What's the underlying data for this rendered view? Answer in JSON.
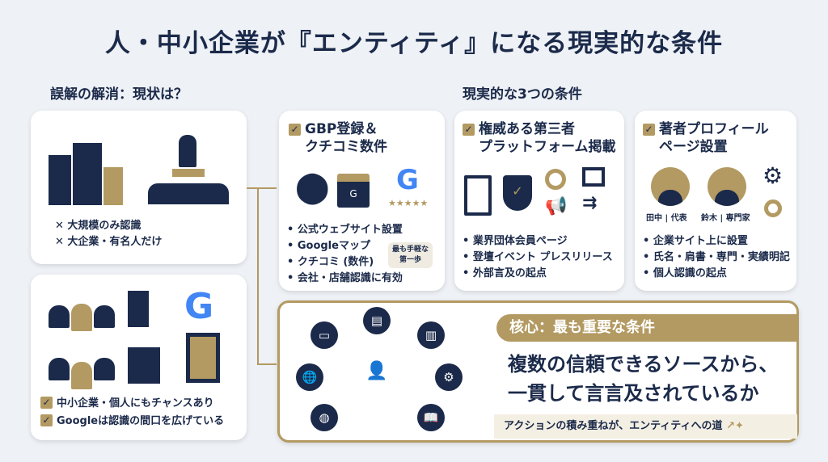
{
  "title": "人・中小企業が『エンティティ』になる現実的な条件",
  "left": {
    "heading": "誤解の解消：現状は？",
    "misconceptions": [
      "大規模のみ認識",
      "大企業・有名人だけ"
    ],
    "facts": [
      "中小企業・個人にもチャンスあり",
      "Googleは認識の間口を広げている"
    ]
  },
  "right": {
    "heading": "現実的な3つの条件",
    "conditions": [
      {
        "title_line1": "GBP登録＆",
        "title_line2": "クチコミ数件",
        "items": [
          "公式ウェブサイト設置",
          "Googleマップ",
          "クチコミ (数件)",
          "会社・店舗認識に有効"
        ],
        "callout_line1": "最も手軽な",
        "callout_line2": "第一歩"
      },
      {
        "title_line1": "権威ある第三者",
        "title_line2": "プラットフォーム掲載",
        "items": [
          "業界団体会員ページ",
          "登壇イベント プレスリリース",
          "外部言及の起点"
        ]
      },
      {
        "title_line1": "著者プロフィール",
        "title_line2": "ページ設置",
        "items": [
          "企業サイト上に設置",
          "氏名・肩書・専門・実績明記",
          "個人認識の起点"
        ],
        "person1": "田中 | 代表",
        "person2": "鈴木 | 専門家"
      }
    ]
  },
  "core": {
    "label": "核心：最も重要な条件",
    "main_line1": "複数の信頼できるソースから、",
    "main_line2": "一貫して言言及されているか",
    "footer": "アクションの積み重ねが、エンティティへの道"
  },
  "colors": {
    "navy": "#1b2a4a",
    "gold": "#b39a62",
    "background": "#eef1f5"
  }
}
